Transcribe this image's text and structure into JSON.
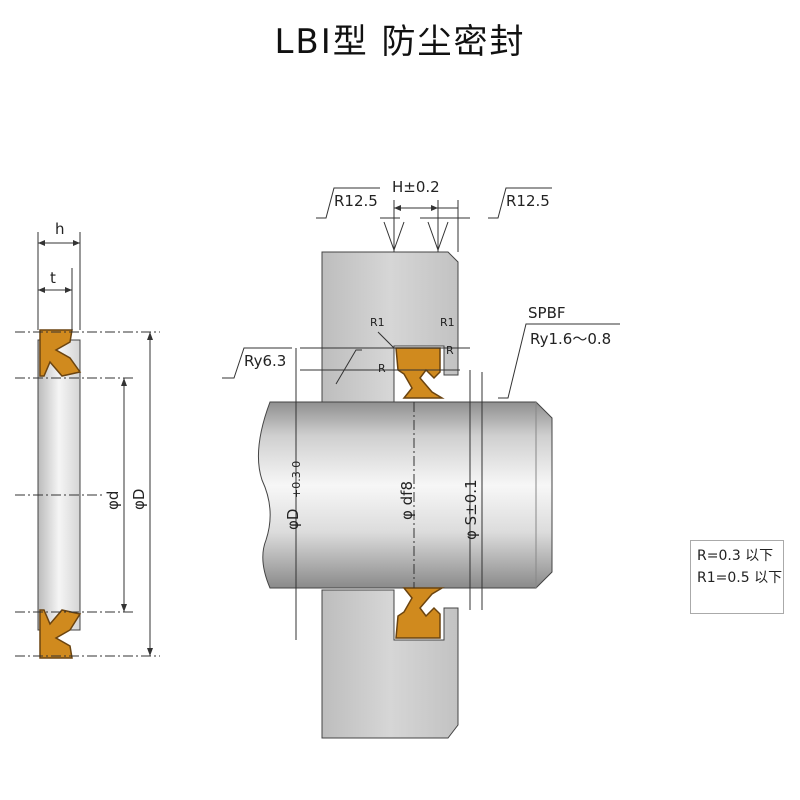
{
  "title": "LBI型 防尘密封",
  "colors": {
    "seal": "#d08a1e",
    "housing": "#c9c9c9",
    "rod_light": "#f2f2f2",
    "rod_dark": "#9a9a9a",
    "line": "#333333"
  },
  "left_view": {
    "h_label": "h",
    "t_label": "t",
    "d_label": "φd",
    "D_label": "φD"
  },
  "right_view": {
    "r125_left": "R12.5",
    "h_tol": "H±0.2",
    "r125_right": "R12.5",
    "ry63": "Ry6.3",
    "r1_left": "R1",
    "r_left": "R",
    "r1_right": "R1",
    "r_right": "R",
    "spbf": "SPBF",
    "ry_range": "Ry1.6～0.8",
    "bore_label": "φD",
    "bore_tol": "+0.3 0",
    "rod_fit": "φ df8",
    "rod_s": "φ S±0.1"
  },
  "note": {
    "line1": "R=0.3 以下",
    "line2": "R1=0.5 以下"
  }
}
